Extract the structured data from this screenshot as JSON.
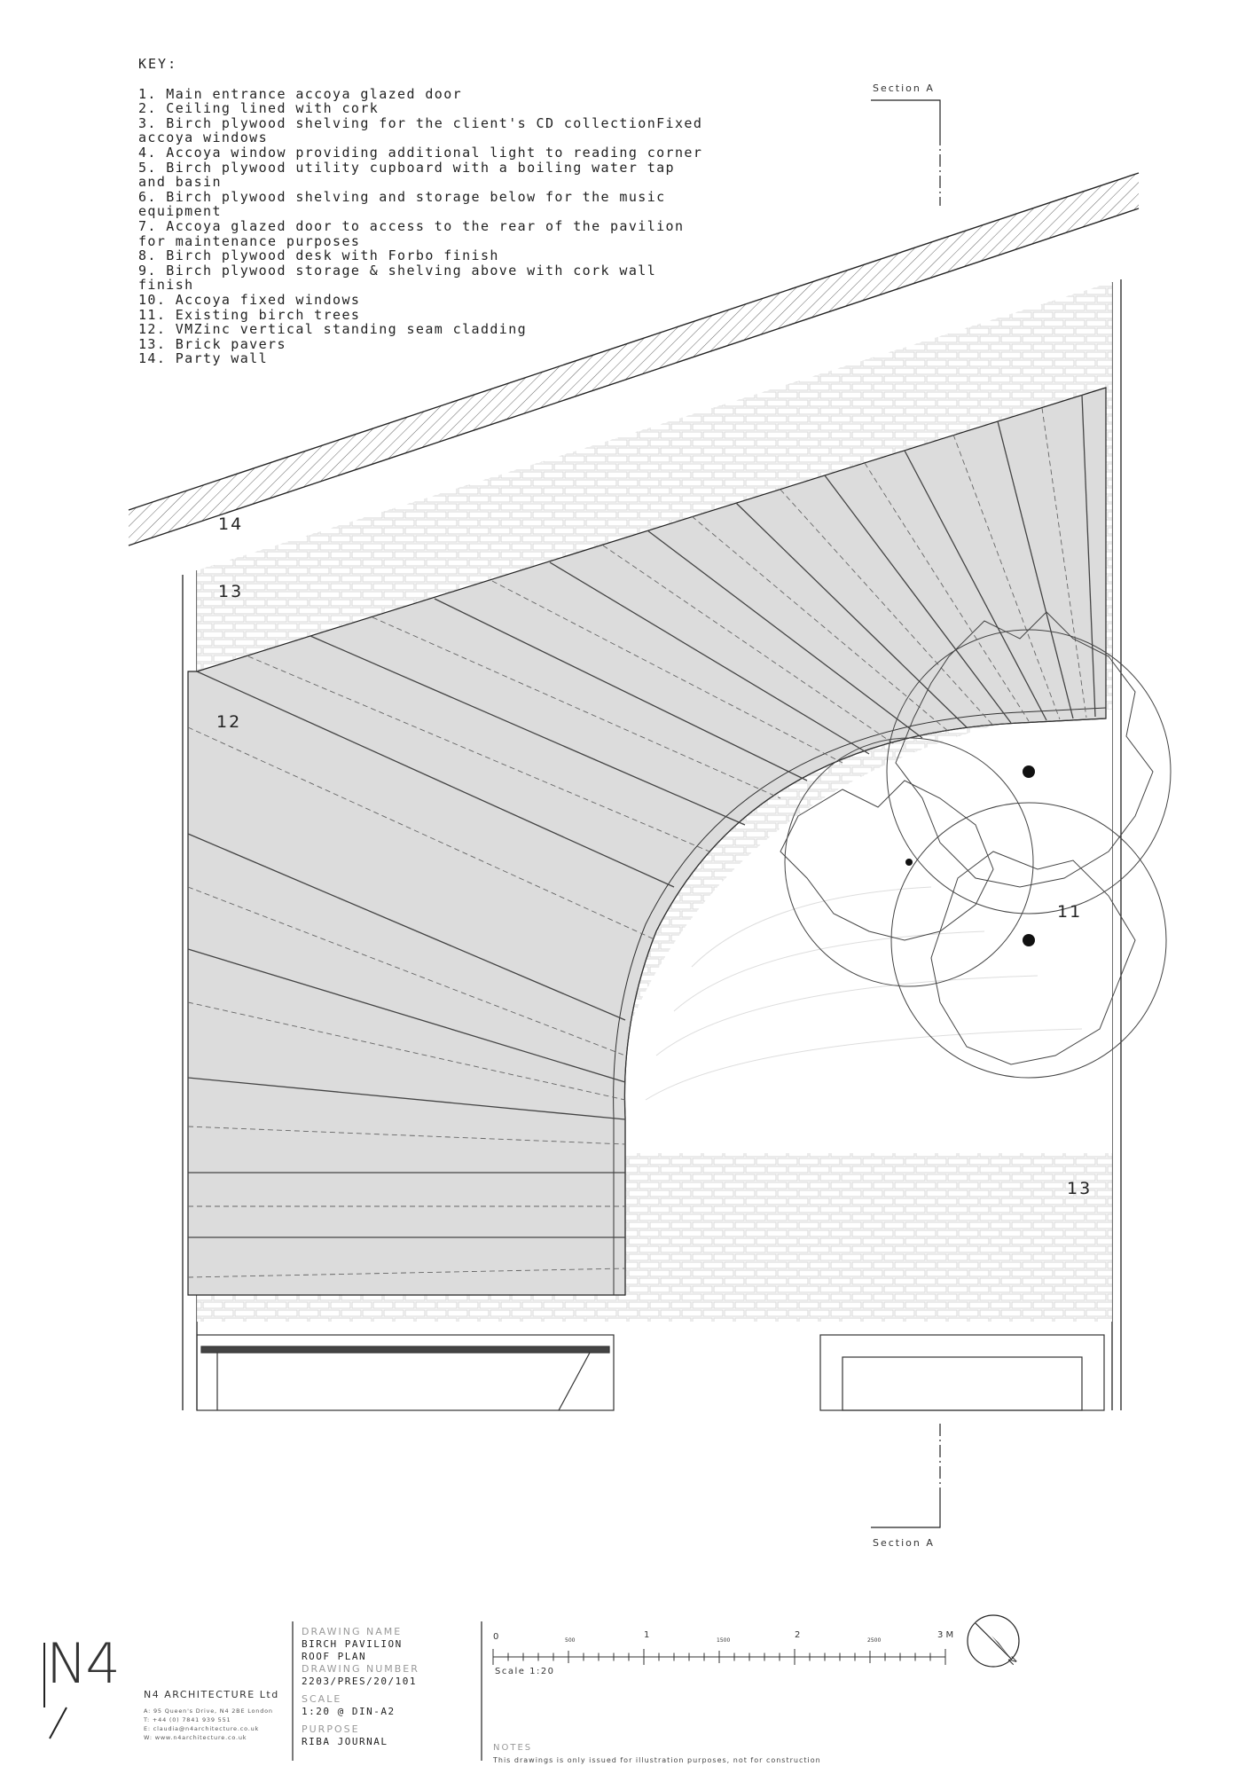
{
  "key": {
    "title": "KEY:",
    "items": [
      "1.  Main entrance accoya glazed door",
      "2.  Ceiling lined with cork",
      "3.  Birch plywood shelving for the client's CD collectionFixed accoya windows",
      "4.  Accoya window providing additional light to reading corner",
      "5.  Birch plywood utility cupboard with a boiling water tap and basin",
      "6.  Birch plywood shelving and storage below for the music equipment",
      "7.  Accoya glazed door to access to the rear of the pavilion for maintenance purposes",
      "8.  Birch plywood desk with Forbo finish",
      "9.  Birch plywood storage & shelving above with cork wall finish",
      "10. Accoya fixed windows",
      "11. Existing birch trees",
      "12. VMZinc vertical standing seam cladding",
      "13. Brick pavers",
      "14. Party wall"
    ]
  },
  "plan_labels": {
    "l14": "14",
    "l13a": "13",
    "l12": "12",
    "l11": "11",
    "l13b": "13"
  },
  "section": {
    "top": "Section A",
    "bottom": "Section A"
  },
  "titleblock": {
    "logo": "N4",
    "company": "N4 ARCHITECTURE Ltd",
    "address": "A: 95 Queen's Drive, N4 2BE London",
    "phone": "T: +44 (0) 7841 939 551",
    "email": "E: claudia@n4architecture.co.uk",
    "web": "W: www.n4architecture.co.uk",
    "drawing_name_h": "DRAWING NAME",
    "drawing_name_1": "BIRCH PAVILION",
    "drawing_name_2": "ROOF PLAN",
    "drawing_number_h": "DRAWING NUMBER",
    "drawing_number": "2203/PRES/20/101",
    "scale_h": "SCALE",
    "scale": "1:20 @ DIN-A2",
    "purpose_h": "PURPOSE",
    "purpose": "RIBA JOURNAL",
    "notes_h": "NOTES",
    "notes": "This drawings is only issued for illustration purposes, not for construction",
    "scalebar": {
      "t0": "0",
      "t500": "500",
      "t1": "1",
      "t1500": "1500",
      "t2": "2",
      "t2500": "2500",
      "t3": "3 M",
      "label": "Scale 1:20"
    },
    "north": "N"
  },
  "colors": {
    "roof_fill": "#dcdcdc",
    "line": "#222222",
    "hatch": "#555555",
    "pavers": "#cfcfcf"
  }
}
